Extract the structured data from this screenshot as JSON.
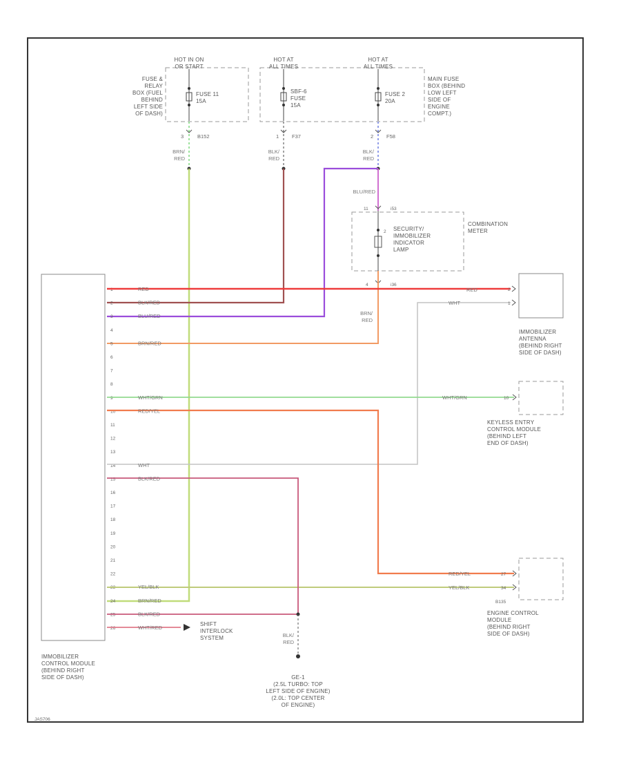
{
  "fuses": {
    "left": {
      "hot": "HOT IN ON\nOR START",
      "name": "FUSE 11\n15A",
      "location": "FUSE &\nRELAY\nBOX (FUEL\nBEHIND\nLEFT SIDE\nOF DASH)",
      "conn_pin": "3",
      "conn": "B152",
      "wire": "BRN/\nRED"
    },
    "middle": {
      "hot": "HOT AT\nALL TIMES",
      "name": "SBF-6\nFUSE\n15A",
      "conn_pin": "1",
      "conn": "F37",
      "wire": "BLK/\nRED"
    },
    "right": {
      "hot": "HOT AT\nALL TIMES",
      "name": "FUSE 2\n20A",
      "location": "MAIN FUSE\nBOX (BEHIND\nLOW LEFT\nSIDE OF\nENGINE\nCOMPT.)",
      "conn_pin": "2",
      "conn": "F58",
      "wire": "BLK/\nRED"
    }
  },
  "combination_meter": {
    "name": "COMBINATION\nMETER",
    "lamp": "SECURITY/\nIMMOBILIZER\nINDICATOR\nLAMP",
    "in_wire": "BLU/RED",
    "pin_top": "11",
    "pin_top_conn": "i53",
    "pin_mid": "2",
    "pin_bottom": "4",
    "pin_bottom_conn": "i36",
    "out_wire": "BRN/\nRED"
  },
  "immobilizer_module": {
    "name": "IMMOBILIZER\nCONTROL MODULE\n(BEHIND RIGHT\nSIDE OF DASH)",
    "pins": [
      "1",
      "2",
      "3",
      "4",
      "5",
      "6",
      "7",
      "8",
      "9",
      "10",
      "11",
      "12",
      "13",
      "14",
      "15",
      "16",
      "17",
      "18",
      "19",
      "20",
      "21",
      "22",
      "23",
      "24",
      "25",
      "26"
    ],
    "wires": [
      {
        "pin": "1",
        "label": "RED"
      },
      {
        "pin": "2",
        "label": "BLK/RED"
      },
      {
        "pin": "3",
        "label": "BLU/RED"
      },
      {
        "pin": "5",
        "label": "BRN/RED"
      },
      {
        "pin": "9",
        "label": "WHT/GRN"
      },
      {
        "pin": "10",
        "label": "RED/YEL"
      },
      {
        "pin": "14",
        "label": "WHT"
      },
      {
        "pin": "15",
        "label": "BLK/RED"
      },
      {
        "pin": "23",
        "label": "YEL/BLK"
      },
      {
        "pin": "24",
        "label": "BRN/RED"
      },
      {
        "pin": "25",
        "label": "BLK/RED"
      },
      {
        "pin": "26",
        "label": "WHT/RED"
      }
    ]
  },
  "antenna": {
    "name": "IMMOBILIZER\nANTENNA\n(BEHIND RIGHT\nSIDE OF DASH)",
    "red_label": "RED",
    "red_pin": "2",
    "wht_label": "WHT",
    "wht_pin": "1"
  },
  "keyless": {
    "name": "KEYLESS ENTRY\nCONTROL MODULE\n(BEHIND LEFT\nEND OF DASH)",
    "wire": "WHT/GRN",
    "pin": "10"
  },
  "ecm": {
    "name": "ENGINE CONTROL\nMODULE\n(BEHIND RIGHT\nSIDE OF DASH)",
    "conn": "B135",
    "wire1": "RED/YEL",
    "pin1": "27",
    "wire2": "YEL/BLK",
    "pin2": "34"
  },
  "shift_interlock": {
    "name": "SHIFT\nINTERLOCK\nSYSTEM"
  },
  "ground": {
    "wire": "BLK/\nRED",
    "name": "GE-1\n(2.5L TURBO: TOP\nLEFT SIDE OF ENGINE)\n(2.0L: TOP CENTER\nOF ENGINE)"
  },
  "footer_code": "JAS706",
  "colors": {
    "red": "#ee3b3b",
    "blk_red": "#a05050",
    "blu_red": "#9a4ddb",
    "brn_red": "#f29a63",
    "wht_grn": "#93d98f",
    "red_yel": "#f17b4d",
    "wht": "#c4c4c4",
    "yel_blk": "#bfcb7b",
    "brn_red_v": "#c0dc7a",
    "blk_red_v": "#c8587a",
    "wht_red": "#e07a8a"
  }
}
